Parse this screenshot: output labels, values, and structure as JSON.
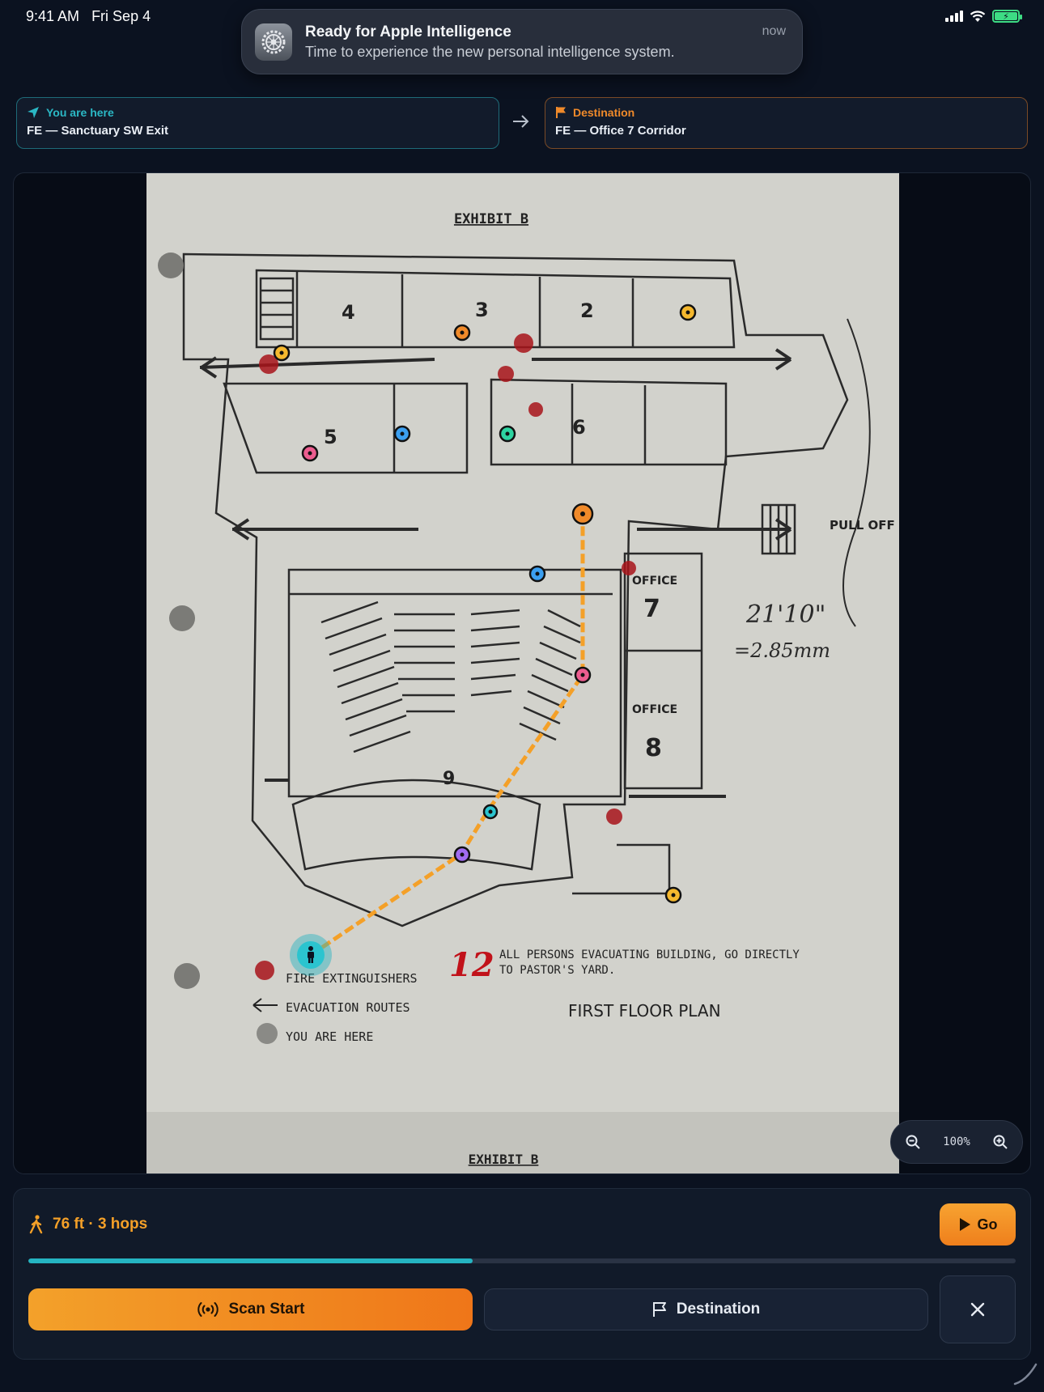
{
  "status_bar": {
    "time": "9:41 AM",
    "date": "Fri Sep 4",
    "battery_state": "charging"
  },
  "notification": {
    "app_icon": "gear-icon",
    "title": "Ready for Apple Intelligence",
    "body": "Time to experience the new personal intelligence system.",
    "time": "now"
  },
  "route": {
    "origin": {
      "label": "You are here",
      "value": "FE — Sanctuary SW Exit",
      "icon": "location-arrow-icon"
    },
    "destination": {
      "label": "Destination",
      "value": "FE — Office 7 Corridor",
      "icon": "flag-icon"
    }
  },
  "floor_plan": {
    "header": "EXHIBIT B",
    "footer": "EXHIBIT B",
    "title": "FIRST FLOOR PLAN",
    "room_numbers": [
      "4",
      "3",
      "2",
      "5",
      "6",
      "7",
      "8",
      "9"
    ],
    "office_labels": [
      "OFFICE",
      "OFFICE"
    ],
    "pull_off": "PULL OFF",
    "dimension_note": "21'10\"",
    "dimension_note_2": "=2.85mm",
    "handwritten_number": "12",
    "legend": [
      "FIRE EXTINGUISHERS",
      "EVACUATION ROUTES",
      "YOU ARE HERE"
    ],
    "instructions_line1": "ALL PERSONS EVACUATING BUILDING, GO DIRECTLY",
    "instructions_line2": "TO PASTOR'S YARD."
  },
  "map_markers": [
    {
      "color": "#f5b82e"
    },
    {
      "color": "#f08a2a"
    },
    {
      "color": "#f5b82e"
    },
    {
      "color": "#ec5d8f"
    },
    {
      "color": "#3b9ff0"
    },
    {
      "color": "#2dd4a0"
    },
    {
      "color": "#f08a2a"
    },
    {
      "color": "#3b9ff0"
    },
    {
      "color": "#ec5d8f"
    },
    {
      "color": "#2bc4cf"
    },
    {
      "color": "#a06cf0"
    },
    {
      "color": "#f5b82e"
    }
  ],
  "zoom": {
    "level": "100%"
  },
  "summary": {
    "distance_hops": "76 ft · 3 hops",
    "progress_fraction": 0.45
  },
  "buttons": {
    "go": "Go",
    "scan_start": "Scan Start",
    "destination": "Destination"
  },
  "colors": {
    "accent": "#f08a2a",
    "teal": "#25b4c1",
    "background": "#0b1220"
  }
}
